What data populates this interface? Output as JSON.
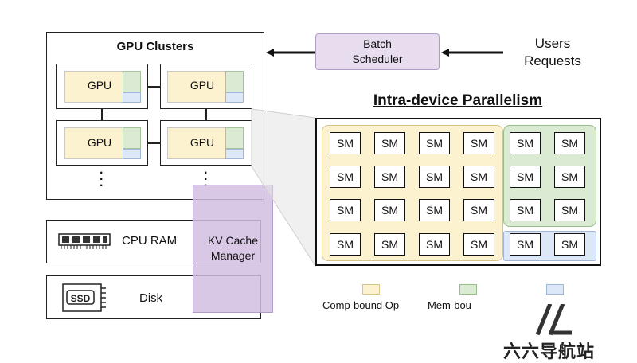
{
  "cluster": {
    "title": "GPU Clusters",
    "gpu_label": "GPU",
    "dots": "·"
  },
  "cpu_ram": {
    "label": "CPU RAM"
  },
  "disk": {
    "label": "Disk",
    "ssd_text": "SSD"
  },
  "kv_cache": {
    "line1": "KV Cache",
    "line2": "Manager"
  },
  "batch": {
    "line1": "Batch",
    "line2": "Scheduler"
  },
  "users": {
    "line1": "Users",
    "line2": "Requests"
  },
  "intra": {
    "title": "Intra-device Parallelism",
    "sm_label": "SM"
  },
  "legend": {
    "comp": "Comp-bound Op",
    "mem": "Mem-bou"
  },
  "watermark": {
    "text": "六六导航站"
  },
  "colors": {
    "comp": "#fdf2d0",
    "mem": "#dbead3",
    "blue": "#dce8f8",
    "purple": "#e8dcef"
  }
}
